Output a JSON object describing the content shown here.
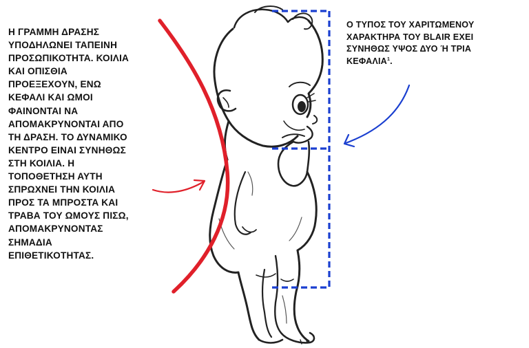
{
  "left_caption": {
    "lines": [
      "Η ΓΡΑΜΜΗ ΔΡΑΣΗΣ",
      "ΥΠΟΔΗΛΩΝΕΙ ΤΑΠΕΙΝΗ",
      "ΠΡΟΣΩΠΙΚΟΤΗΤΑ. ΚΟΙΛΙΑ",
      "ΚΑΙ ΟΠΙΣΘΙΑ",
      "ΠΡΟΕΞΕΧΟΥΝ, ΕΝΩ",
      "ΚΕΦΑΛΙ ΚΑΙ ΩΜΟΙ",
      "ΦΑΙΝΟΝΤΑΙ ΝΑ",
      "ΑΠΟΜΑΚΡΥΝΟΝΤΑΙ ΑΠΟ",
      "ΤΗ ΔΡΑΣΗ. ΤΟ ΔΥΝΑΜΙΚΟ",
      "ΚΕΝΤΡΟ ΕΙΝΑΙ ΣΥΝΗΘΩΣ",
      "ΣΤΗ ΚΟΙΛΙΑ. Η",
      "ΤΟΠΟΘΕΤΗΣΗ ΑΥΤΗ",
      "ΣΠΡΩΧΝΕΙ ΤΗΝ ΚΟΙΛΙΑ",
      "ΠΡΟΣ ΤΑ ΜΠΡΟΣΤΑ ΚΑΙ",
      "ΤΡΑΒΑ ΤΟΥ ΩΜΟΥΣ ΠΙΣΩ,",
      "ΑΠΟΜΑΚΡΥΝΟΝΤΑΣ",
      "ΣΗΜΑΔΙΑ",
      "ΕΠΙΘΕΤΙΚΟΤΗΤΑΣ."
    ]
  },
  "right_caption": {
    "lines": [
      "Ο ΤΥΠΟΣ ΤΟΥ ΧΑΡΙΤΩΜΕΝΟΥ",
      "ΧΑΡΑΚΤΗΡΑ ΤΟΥ BLAIR ΕΧΕΙ",
      "ΣΥΝΗΘΩΣ ΥΨΟΣ ΔΥΟ Ή ΤΡΙΑ",
      "ΚΕΦΑΛΙΑ"
    ],
    "footnote_mark": "1",
    "trailing_punctuation": "."
  },
  "colors": {
    "text": "#111111",
    "line_of_action": "#e0202a",
    "head_measure": "#1a3fd0",
    "pointer_arrow_left": "#e0202a",
    "pointer_arrow_right": "#1a3fd0",
    "sketch_ink": "#222222"
  },
  "icons": {
    "figure": "cherub-baby-sketch-icon",
    "line_of_action": "line-of-action-curve",
    "measure_bracket": "head-height-bracket",
    "left_arrow": "red-pointer-arrow-icon",
    "right_arrow": "blue-pointer-arrow-icon"
  }
}
